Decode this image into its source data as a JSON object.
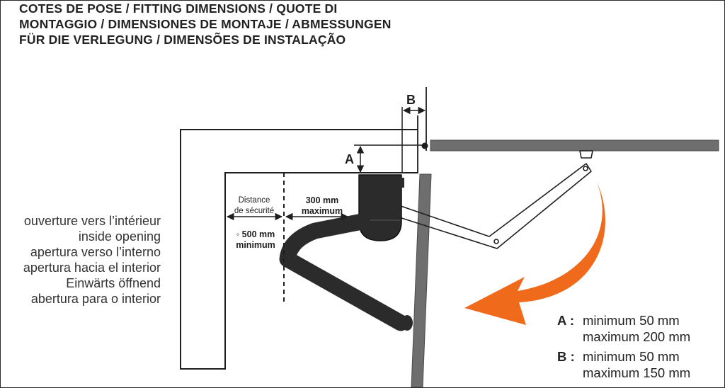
{
  "title": {
    "lines": [
      "COTES DE POSE / FITTING DIMENSIONS / QUOTE DI",
      "MONTAGGIO / DIMENSIONES DE MONTAJE /  ABMESSUNGEN",
      "FÜR DIE VERLEGUNG / DIMENSÕES DE INSTALAÇÃO"
    ]
  },
  "opening_labels": [
    "ouverture vers l’intérieur",
    "inside opening",
    "apertura verso l’interno",
    "apertura hacia el interior",
    "Einwärts öffnend",
    "abertura para o interior"
  ],
  "dimensions": {
    "a_label": "A",
    "b_label": "B",
    "safety_distance": [
      "Distance",
      "de sécurité"
    ],
    "max_300": [
      "300 mm",
      "maximum"
    ],
    "min_500": [
      "◦ 500 mm",
      "minimum"
    ]
  },
  "legend": {
    "a": {
      "key": "A :",
      "min": "minimum 50 mm",
      "max": "maximum 200 mm"
    },
    "b": {
      "key": "B :",
      "min": "minimum 50 mm",
      "max": "maximum 150 mm"
    }
  },
  "colors": {
    "arrow_orange": "#f06a1c",
    "motor_dark": "#2b2b2b",
    "gate_gray": "#6e6e6e",
    "line": "#1e1e1e"
  }
}
